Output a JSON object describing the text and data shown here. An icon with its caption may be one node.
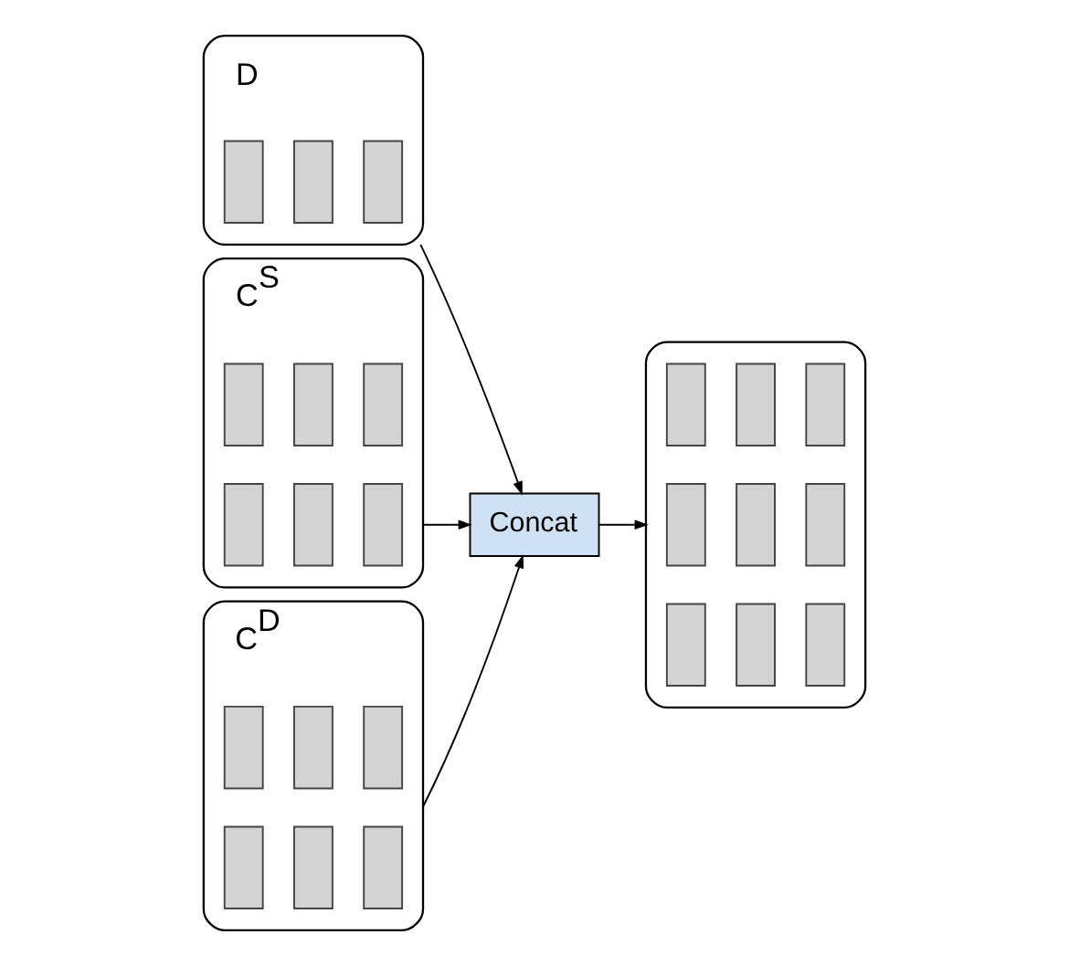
{
  "diagram": {
    "nodes": [
      {
        "text": [],
        "shape": "box",
        "beside": [
          "D"
        ]
      },
      {
        "text": [],
        "shape": "bar",
        "in": 0
      },
      {
        "text": [],
        "shape": "bar",
        "in": 0
      },
      {
        "text": [],
        "shape": "bar",
        "in": 0
      },
      {
        "text": [],
        "shape": "box",
        "beside": [
          "C$^{S}$"
        ]
      },
      {
        "text": [],
        "shape": "bar",
        "in": 4
      },
      {
        "text": [],
        "shape": "bar",
        "in": 4
      },
      {
        "text": [],
        "shape": "bar",
        "in": 4
      },
      {
        "text": [],
        "shape": "bar",
        "in": 4
      },
      {
        "text": [],
        "shape": "bar",
        "in": 4
      },
      {
        "text": [],
        "shape": "bar",
        "in": 4
      },
      {
        "text": [],
        "shape": "box",
        "beside": [
          "C$^{D}$"
        ]
      },
      {
        "text": [],
        "shape": "bar",
        "in": 11
      },
      {
        "text": [],
        "shape": "bar",
        "in": 11
      },
      {
        "text": [],
        "shape": "bar",
        "in": 11
      },
      {
        "text": [],
        "shape": "bar",
        "in": 11
      },
      {
        "text": [],
        "shape": "bar",
        "in": 11
      },
      {
        "text": [],
        "shape": "bar",
        "in": 11
      },
      {
        "text": [
          "Concat"
        ]
      },
      {
        "text": [],
        "shape": "box"
      },
      {
        "text": [],
        "shape": "bar",
        "in": 19
      },
      {
        "text": [],
        "shape": "bar",
        "in": 19
      },
      {
        "text": [],
        "shape": "bar",
        "in": 19
      },
      {
        "text": [],
        "shape": "bar",
        "in": 19
      },
      {
        "text": [],
        "shape": "bar",
        "in": 19
      },
      {
        "text": [],
        "shape": "bar",
        "in": 19
      },
      {
        "text": [],
        "shape": "bar",
        "in": 19
      },
      {
        "text": [],
        "shape": "bar",
        "in": 19
      },
      {
        "text": [],
        "shape": "bar",
        "in": 19
      }
    ],
    "edges": [
      {
        "from": 0,
        "to": 18,
        "arrow": "to"
      },
      {
        "from": 4,
        "to": 18,
        "arrow": "to"
      },
      {
        "from": 11,
        "to": 18,
        "arrow": "to"
      },
      {
        "from": 18,
        "to": 19,
        "arrow": "to"
      }
    ]
  }
}
